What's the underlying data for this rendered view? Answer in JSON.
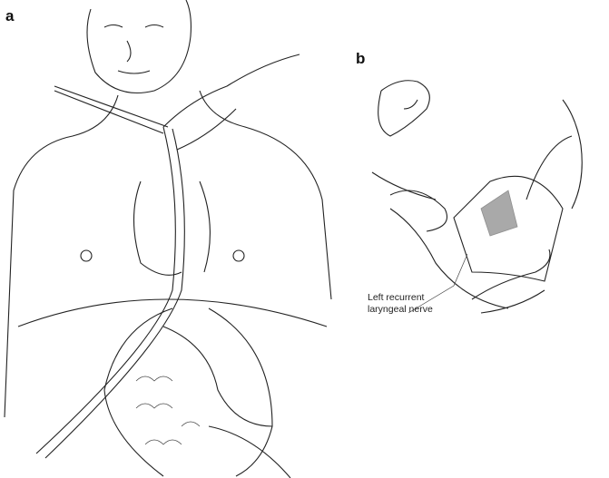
{
  "panels": [
    {
      "label": "a"
    },
    {
      "label": "b",
      "annotation": {
        "line1": "Left recurrent",
        "line2": "laryngeal nerve"
      }
    }
  ]
}
